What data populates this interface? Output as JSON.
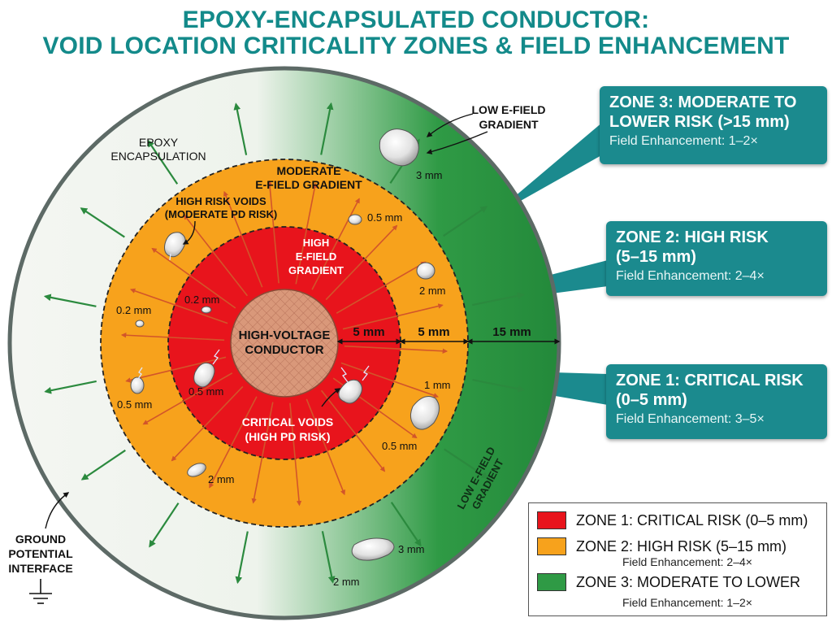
{
  "title": {
    "line1": "EPOXY-ENCAPSULATED CONDUCTOR:",
    "line2": "VOID LOCATION CRITICALITY ZONES & FIELD ENHANCEMENT"
  },
  "diagram": {
    "conductor_label_1": "HIGH-VOLTAGE",
    "conductor_label_2": "CONDUCTOR",
    "epoxy_label_1": "EPOXY",
    "epoxy_label_2": "ENCAPSULATION",
    "low_gradient_top_1": "LOW E-FIELD",
    "low_gradient_top_2": "GRADIENT",
    "low_gradient_side_1": "LOW E-FIELD",
    "low_gradient_side_2": "GRADIENT",
    "moderate_gradient_1": "MODERATE",
    "moderate_gradient_2": "E-FIELD GRADIENT",
    "high_gradient_1": "HIGH",
    "high_gradient_2": "E-FIELD",
    "high_gradient_3": "GRADIENT",
    "high_risk_voids_1": "HIGH RISK VOIDS",
    "high_risk_voids_2": "(MODERATE PD RISK)",
    "critical_voids_1": "CRITICAL VOIDS",
    "critical_voids_2": "(HIGH PD RISK)",
    "ground_1": "GROUND",
    "ground_2": "POTENTIAL",
    "ground_3": "INTERFACE",
    "dim_zone1": "5 mm",
    "dim_zone2": "5 mm",
    "dim_zone3": "15 mm",
    "void_sizes": {
      "v_3mm_top": "3 mm",
      "v_05_upper_right": "0.5 mm",
      "v_2mm_right": "2 mm",
      "v_02_left": "0.2 mm",
      "v_02_inner": "0.2 mm",
      "v_05_left": "0.5 mm",
      "v_05_inner": "0.5 mm",
      "v_1mm": "1 mm",
      "v_05_lower": "0.5 mm",
      "v_2mm_lower": "2 mm",
      "v_3mm_bottom": "3 mm",
      "v_2mm_bottom": "2 mm"
    }
  },
  "callouts": [
    {
      "heading_1": "ZONE 3: MODERATE TO",
      "heading_2": "LOWER RISK (>15 mm)",
      "sub": "Field Enhancement: 1–2×"
    },
    {
      "heading_1": "ZONE 2: HIGH RISK",
      "heading_2": "(5–15 mm)",
      "sub": "Field Enhancement: 2–4×"
    },
    {
      "heading_1": "ZONE 1: CRITICAL RISK",
      "heading_2": "(0–5 mm)",
      "sub": "Field Enhancement: 3–5×"
    }
  ],
  "legend": {
    "zone1": "ZONE 1: CRITICAL RISK (0–5 mm)",
    "zone2": "ZONE 2: HIGH RISK (5–15 mm)",
    "zone2_sub": "Field Enhancement: 2–4×",
    "zone3": "ZONE 3: MODERATE TO LOWER",
    "zone3_sub": "Field Enhancement: 1–2×"
  },
  "colors": {
    "zone1": "#e8141c",
    "zone2": "#f7a21c",
    "zone3": "#2f9a45",
    "title": "#138a8a",
    "callout": "#1b8a8e",
    "conductor": "#d9987a"
  }
}
